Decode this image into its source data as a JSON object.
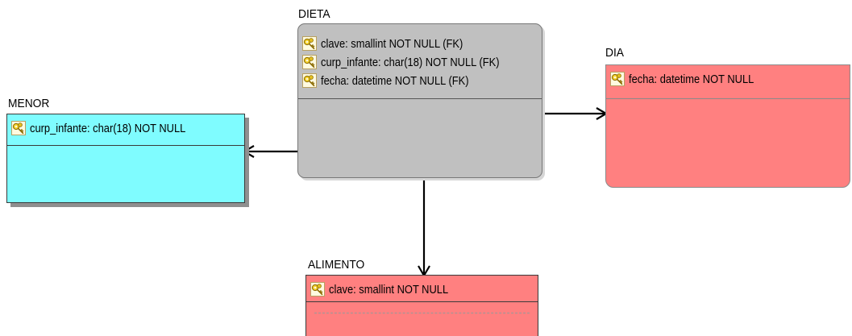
{
  "entities": {
    "dieta": {
      "name": "DIETA",
      "attributes": [
        "clave: smallint NOT NULL (FK)",
        "curp_infante: char(18) NOT NULL (FK)",
        "fecha: datetime NOT NULL (FK)"
      ]
    },
    "menor": {
      "name": "MENOR",
      "attributes": [
        "curp_infante: char(18) NOT NULL"
      ]
    },
    "dia": {
      "name": "DIA",
      "attributes": [
        "fecha: datetime NOT NULL"
      ]
    },
    "alimento": {
      "name": "ALIMENTO",
      "attributes": [
        "clave: smallint NOT NULL"
      ]
    }
  },
  "colors": {
    "independent_entity": "#ff8080",
    "menor_entity": "#7ffcff",
    "dependent_entity": "#c0c0c0",
    "relationship_line": "#000000"
  },
  "icons": {
    "attribute_key": "key-icon"
  }
}
